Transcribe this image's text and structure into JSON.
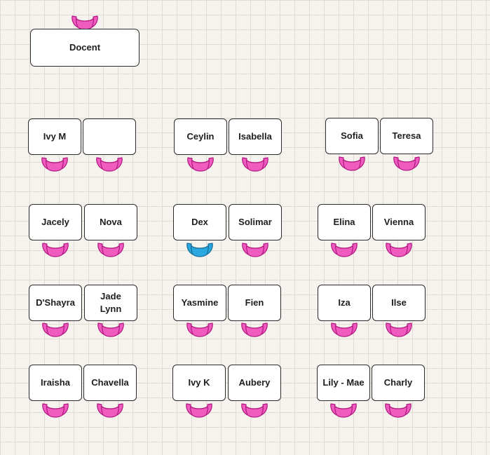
{
  "seat_colors": {
    "default": "#f05bbf",
    "default_stroke": "#b0187f",
    "highlight": "#2aa8df",
    "highlight_stroke": "#166e97"
  },
  "teacher": {
    "label": "Docent"
  },
  "groups": [
    {
      "desks": [
        {
          "label": "Ivy M",
          "seat": "pink"
        },
        {
          "label": "",
          "seat": "pink"
        }
      ]
    },
    {
      "desks": [
        {
          "label": "Ceylin",
          "seat": "pink"
        },
        {
          "label": "Isabella",
          "seat": "pink"
        }
      ]
    },
    {
      "desks": [
        {
          "label": "Sofia",
          "seat": "pink"
        },
        {
          "label": "Teresa",
          "seat": "pink"
        }
      ]
    },
    {
      "desks": [
        {
          "label": "Jacely",
          "seat": "pink"
        },
        {
          "label": "Nova",
          "seat": "pink"
        }
      ]
    },
    {
      "desks": [
        {
          "label": "Dex",
          "seat": "blue"
        },
        {
          "label": "Solimar",
          "seat": "pink"
        }
      ]
    },
    {
      "desks": [
        {
          "label": "Elina",
          "seat": "pink"
        },
        {
          "label": "Vienna",
          "seat": "pink"
        }
      ]
    },
    {
      "desks": [
        {
          "label": "D'Shayra",
          "seat": "pink"
        },
        {
          "label": "Jade Lynn",
          "seat": "pink"
        }
      ]
    },
    {
      "desks": [
        {
          "label": "Yasmine",
          "seat": "pink"
        },
        {
          "label": "Fien",
          "seat": "pink"
        }
      ]
    },
    {
      "desks": [
        {
          "label": "Iza",
          "seat": "pink"
        },
        {
          "label": "Ilse",
          "seat": "pink"
        }
      ]
    },
    {
      "desks": [
        {
          "label": "Iraisha",
          "seat": "pink"
        },
        {
          "label": "Chavella",
          "seat": "pink"
        }
      ]
    },
    {
      "desks": [
        {
          "label": "Ivy K",
          "seat": "pink"
        },
        {
          "label": "Aubery",
          "seat": "pink"
        }
      ]
    },
    {
      "desks": [
        {
          "label": "Lily - Mae",
          "seat": "pink"
        },
        {
          "label": "Charly",
          "seat": "pink"
        }
      ]
    }
  ]
}
